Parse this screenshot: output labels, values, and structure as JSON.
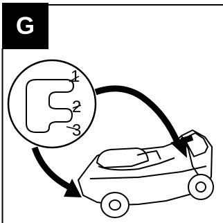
{
  "section_letter": "G",
  "positions": [
    "1",
    "2",
    "3"
  ]
}
